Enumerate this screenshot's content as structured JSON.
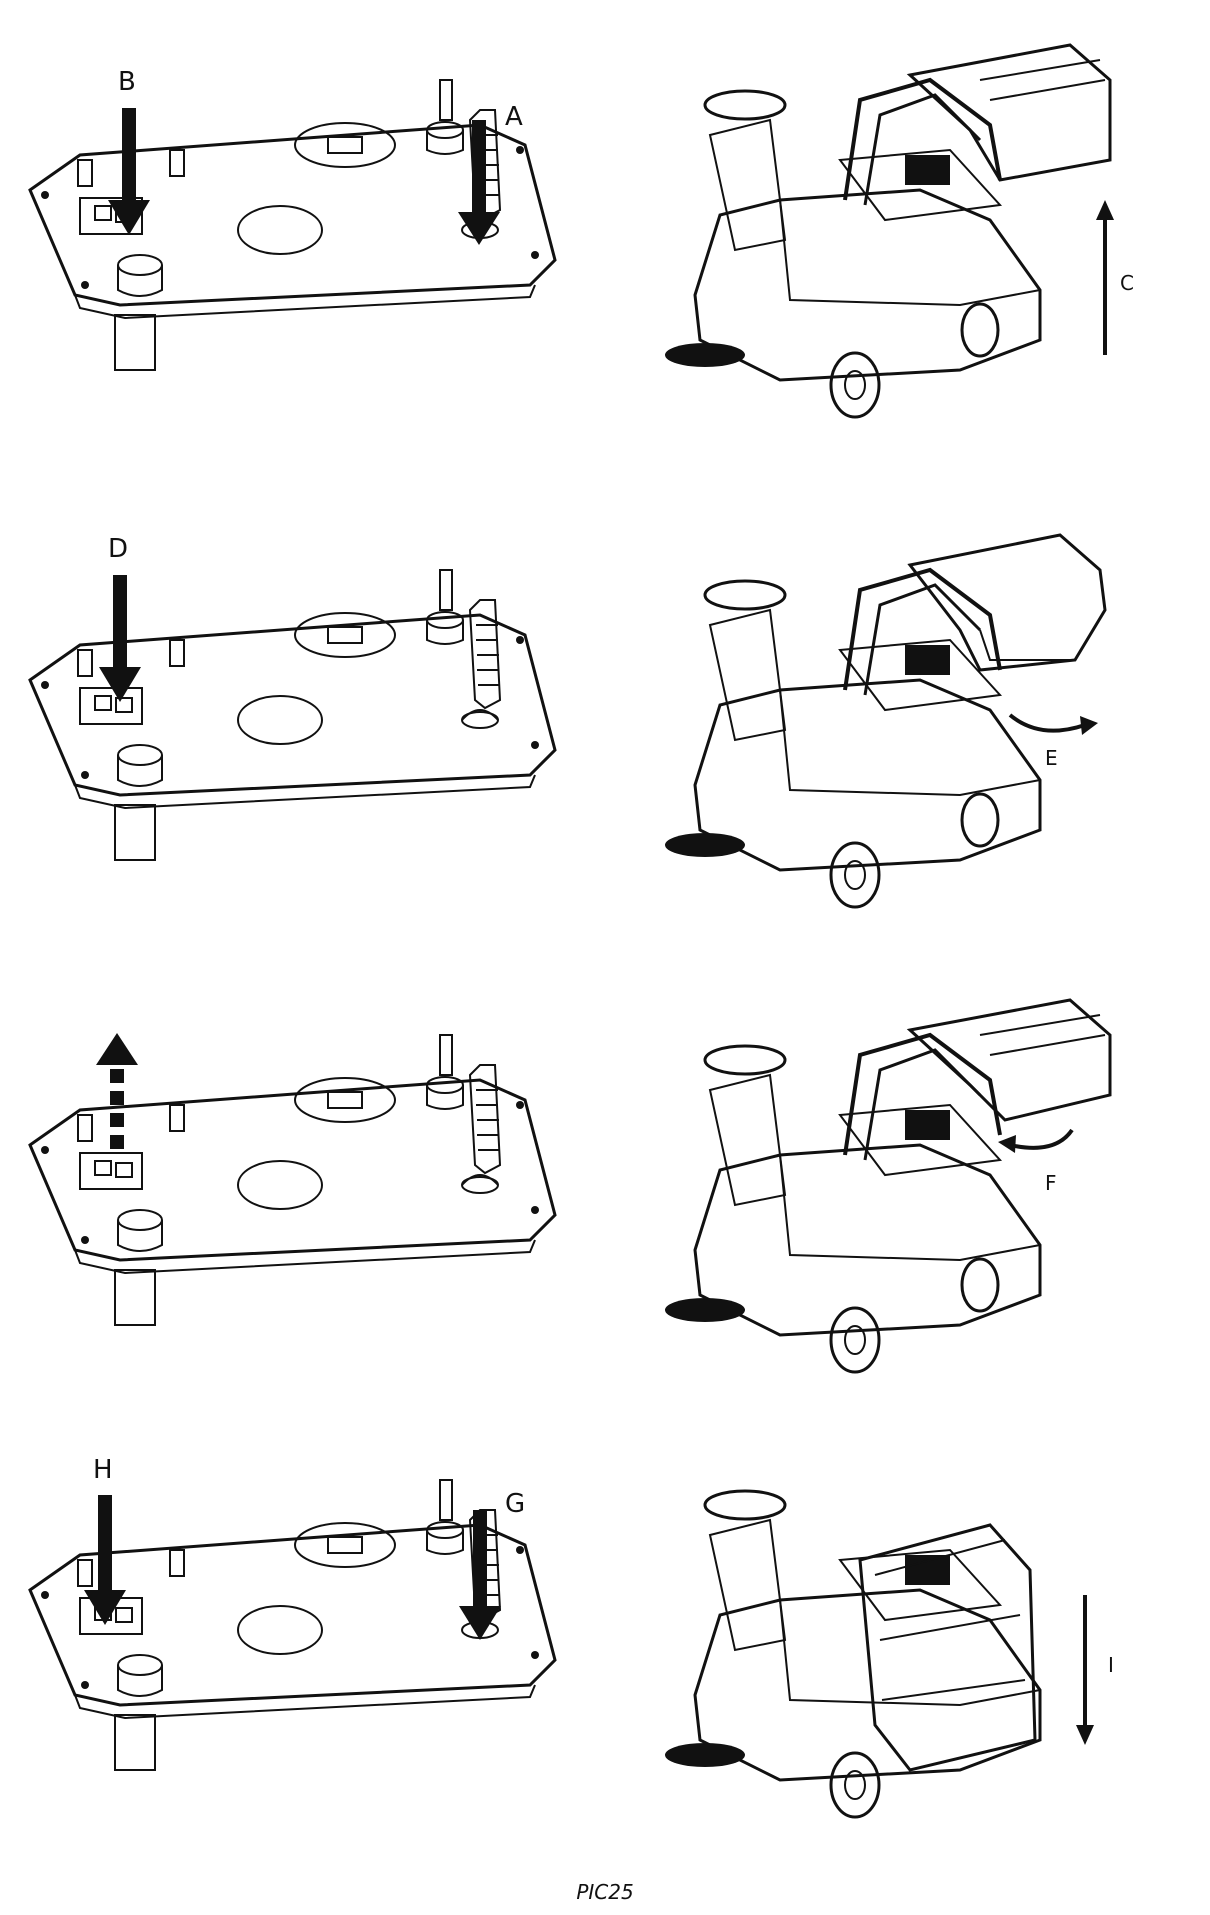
{
  "figure_caption": "PIC25",
  "steps": [
    {
      "panel_labels": [
        "B",
        "A"
      ],
      "machine_label": "C"
    },
    {
      "panel_labels": [
        "D"
      ],
      "machine_label": "E"
    },
    {
      "panel_labels": [],
      "machine_label": "F"
    },
    {
      "panel_labels": [
        "H",
        "G"
      ],
      "machine_label": "I"
    }
  ],
  "colors": {
    "line": "#111111",
    "background": "#ffffff"
  }
}
